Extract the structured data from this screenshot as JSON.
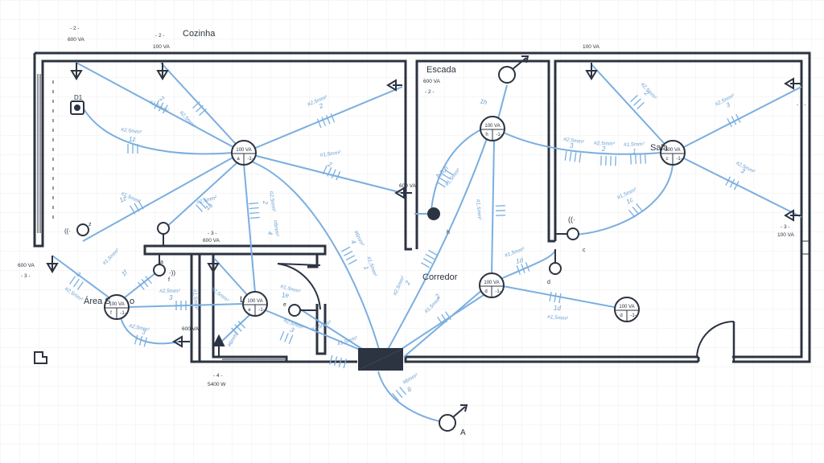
{
  "rooms": {
    "cozinha": "Cozinha",
    "escada": "Escada",
    "sala": "Sala",
    "corredor": "Corredor",
    "area": "Área S",
    "lav": "L",
    "area_letter": "o"
  },
  "loads": {
    "cozinha_top_left": "600 VA",
    "cozinha_top_mid": "100 VA",
    "escada_light": "600 VA",
    "sala_top": "100 VA",
    "escada_side": "600 VA",
    "sala_side": "100 VA",
    "area_mid": "600 VA",
    "left_bottom": "600 VA",
    "area_side": "600 VA",
    "shower": "5400 W",
    "lamp": "100 VA"
  },
  "circuits": {
    "c2a": "- 2 -",
    "c2b": "- 2 -",
    "c2c": "- 2 -",
    "c3a": "- 3 -",
    "c3b": "- 3 -",
    "c3c": "- 3 -",
    "c4": "- 4 -",
    "c1": "- 1 -"
  },
  "points": {
    "a": "a",
    "f": "f",
    "d": "d",
    "c": "c",
    "h": "h",
    "e": "e",
    "z": "z",
    "A": "A",
    "D1": "D1",
    "hminus": "-1-",
    "cminus": "-1-",
    "dminus": "-1-"
  },
  "wires": {
    "w15": "#1,5mm²",
    "w25": "#2,5mm²",
    "w6": "#6mm²",
    "n1": "1",
    "n2": "2",
    "n3": "3",
    "n4": "4",
    "n8": "8",
    "n1z": "1z",
    "n1a": "1a",
    "n1f": "1f",
    "n1e": "1e",
    "n1c": "1c",
    "n1d": "1d",
    "n1h": "1h",
    "nhhh": "h,h,h"
  },
  "colors": {
    "wall": "#2c3341",
    "wire": "#7aaee0",
    "panel": "#2c3341"
  }
}
